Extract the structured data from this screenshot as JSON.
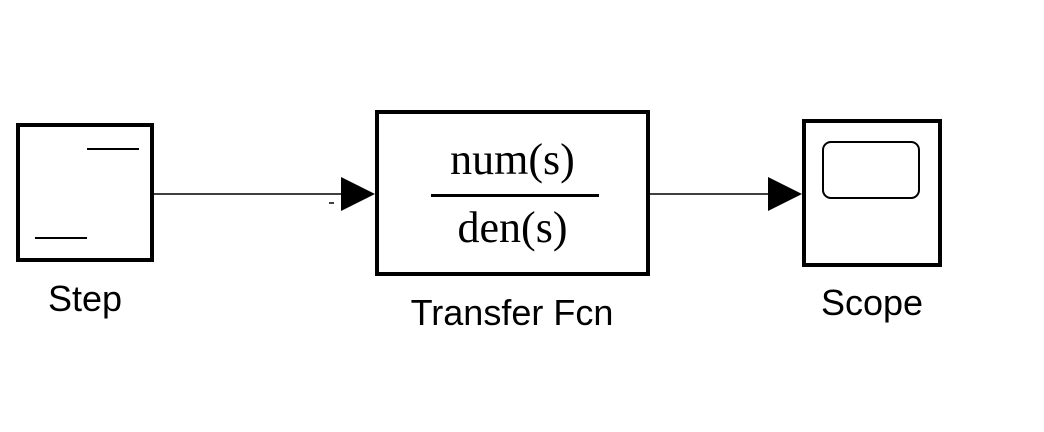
{
  "blocks": {
    "step": {
      "label": "Step"
    },
    "transfer_fcn": {
      "label": "Transfer Fcn",
      "numerator": "num(s)",
      "denominator": "den(s)"
    },
    "scope": {
      "label": "Scope"
    }
  },
  "connections": [
    {
      "from": "step",
      "to": "transfer_fcn"
    },
    {
      "from": "transfer_fcn",
      "to": "scope"
    }
  ],
  "colors": {
    "line": "#000000",
    "background": "#ffffff"
  }
}
